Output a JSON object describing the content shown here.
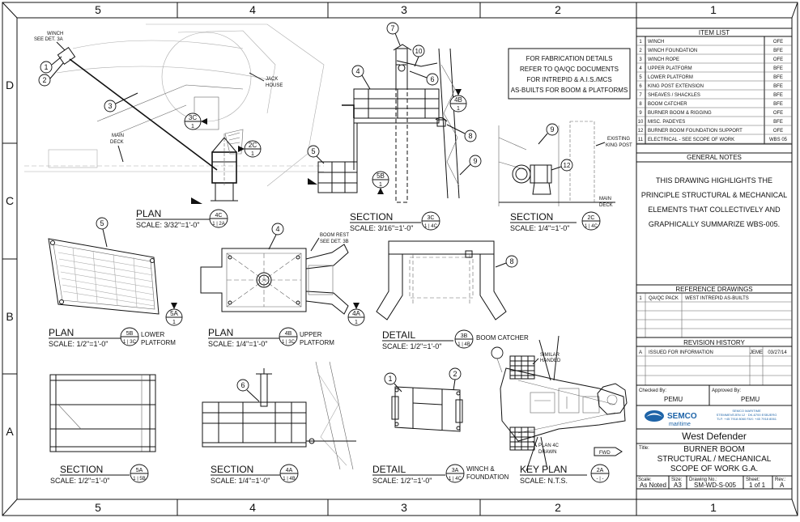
{
  "grid": {
    "columns": [
      "5",
      "4",
      "3",
      "2",
      "1"
    ],
    "rows": [
      "D",
      "C",
      "B",
      "A"
    ]
  },
  "item_list": {
    "title": "ITEM LIST",
    "items": [
      {
        "no": "1",
        "desc": "WINCH",
        "code": "OFE"
      },
      {
        "no": "2",
        "desc": "WINCH FOUNDATION",
        "code": "BFE"
      },
      {
        "no": "3",
        "desc": "WINCH ROPE",
        "code": "OFE"
      },
      {
        "no": "4",
        "desc": "UPPER PLATFORM",
        "code": "BFE"
      },
      {
        "no": "5",
        "desc": "LOWER PLATFORM",
        "code": "BFE"
      },
      {
        "no": "6",
        "desc": "KING POST EXTENSION",
        "code": "BFE"
      },
      {
        "no": "7",
        "desc": "SHEAVES / SHACKLES",
        "code": "BFE"
      },
      {
        "no": "8",
        "desc": "BOOM CATCHER",
        "code": "BFE"
      },
      {
        "no": "9",
        "desc": "BURNER BOOM & RIGGING",
        "code": "OFE"
      },
      {
        "no": "10",
        "desc": "MISC. PADEYES",
        "code": "BFE"
      },
      {
        "no": "12",
        "desc": "BURNER BOOM FOUNDATION SUPPORT",
        "code": "OFE"
      },
      {
        "no": "11",
        "desc": "ELECTRICAL - SEE SCOPE OF WORK",
        "code": "WBS 05"
      }
    ]
  },
  "general_notes": {
    "title": "GENERAL NOTES",
    "lines": [
      "THIS DRAWING HIGHLIGHTS THE",
      "PRINCIPLE STRUCTURAL & MECHANICAL",
      "ELEMENTS THAT COLLECTIVELY AND",
      "GRAPHICALLY SUMMARIZE WBS-005."
    ]
  },
  "reference_drawings": {
    "title": "REFERENCE DRAWINGS",
    "rows": [
      {
        "no": "1",
        "ref": "QA/QC PACK",
        "desc": "WEST INTREPID AS-BUILTS"
      }
    ]
  },
  "revision_history": {
    "title": "REVISION HISTORY",
    "rows": [
      {
        "rev": "A",
        "desc": "ISSUED FOR INFORMATION",
        "by": "JEME",
        "date": "03/27/14"
      }
    ]
  },
  "title_block": {
    "checked_by_label": "Checked By:",
    "checked_by": "PEMU",
    "approved_by_label": "Approved By:",
    "approved_by": "PEMU",
    "company": "SEMCO",
    "company_sub": "maritime",
    "address_1": "SEMCO MARITIME",
    "address_2": "STEMMEVEJEN 12 · DK-6700 ESBJERG",
    "address_3": "TLF: +45 7918 8060  FAX: +45 7918 8061",
    "project": "West Defender",
    "title_label": "Title:",
    "title_lines": [
      "BURNER BOOM",
      "STRUCTURAL / MECHANICAL",
      "SCOPE OF WORK G.A."
    ],
    "scale_label": "Scale:",
    "scale": "As Noted",
    "size_label": "Size:",
    "size": "A3",
    "drawing_no_label": "Drawing No.:",
    "drawing_no": "SM-WD-S-005",
    "sheet_label": "Sheet:",
    "sheet": "1 of 1",
    "rev_label": "Rev.:",
    "rev": "A"
  },
  "fabrication_note": [
    "FOR FABRICATION DETAILS",
    "REFER TO QA/QC DOCUMENTS",
    "FOR INTREPID & A.I.S./MCS",
    "AS-BUILTS FOR BOOM & PLATFORMS"
  ],
  "callouts": {
    "winch": "WINCH",
    "see_det_3a": "SEE DET. 3A",
    "jack": "JACK",
    "house": "HOUSE",
    "main": "MAIN",
    "deck": "DECK",
    "existing": "EXISTING",
    "king_post": "KING POST",
    "boom_rest": "BOOM REST",
    "see_det_3b": "SEE DET. 3B",
    "similar": "SIMILAR",
    "handed": "HANDED",
    "plan_4c": "PLAN 4C",
    "drawn": "DRAWN",
    "fwd": "FWD"
  },
  "views": {
    "v4c": {
      "title": "PLAN",
      "scale": "SCALE: 3/32\"=1'-0\"",
      "id": "4C",
      "ref": "1 | 2A"
    },
    "v3c": {
      "title": "SECTION",
      "scale": "SCALE: 3/16\"=1'-0\"",
      "id": "3C",
      "ref": "1 | 4C"
    },
    "v2c": {
      "title": "SECTION",
      "scale": "SCALE: 1/4\"=1'-0\"",
      "id": "2C",
      "ref": "1 | 4C"
    },
    "v5b": {
      "title": "PLAN",
      "scale": "SCALE: 1/2\"=1'-0\"",
      "id": "5B",
      "ref": "1 | 3C",
      "name_1": "LOWER",
      "name_2": "PLATFORM"
    },
    "v4b": {
      "title": "PLAN",
      "scale": "SCALE: 1/4\"=1'-0\"",
      "id": "4B",
      "ref": "1 | 3C",
      "name_1": "UPPER",
      "name_2": "PLATFORM"
    },
    "v3b": {
      "title": "DETAIL",
      "scale": "SCALE: 1/2\"=1'-0\"",
      "id": "3B",
      "ref": "1 | 4B",
      "name_1": "BOOM CATCHER"
    },
    "v5a": {
      "title": "SECTION",
      "scale": "SCALE: 1/2\"=1'-0\"",
      "id": "5A",
      "ref": "1 | 5B"
    },
    "v4a": {
      "title": "SECTION",
      "scale": "SCALE: 1/4\"=1'-0\"",
      "id": "4A",
      "ref": "1 | 4B"
    },
    "v3a": {
      "title": "DETAIL",
      "scale": "SCALE: 1/2\"=1'-0\"",
      "id": "3A",
      "ref": "1 | 4C",
      "name_1": "WINCH &",
      "name_2": "FOUNDATION"
    },
    "v2a": {
      "title": "KEY PLAN",
      "scale": "SCALE: N.T.S.",
      "id": "2A",
      "ref": "- | -"
    }
  },
  "section_marks": {
    "m3c": {
      "id": "3C",
      "n": "1"
    },
    "m2c": {
      "id": "2C",
      "n": "1"
    },
    "m4b": {
      "id": "4B",
      "n": "1"
    },
    "m5b": {
      "id": "5B",
      "n": "1"
    },
    "m5a": {
      "id": "5A",
      "n": "1"
    },
    "m4a": {
      "id": "4A",
      "n": "1"
    }
  },
  "balloons": {
    "b1": "1",
    "b2": "2",
    "b3": "3",
    "b4": "4",
    "b5": "5",
    "b6": "6",
    "b7": "7",
    "b8": "8",
    "b9": "9",
    "b10": "10",
    "b12": "12"
  }
}
